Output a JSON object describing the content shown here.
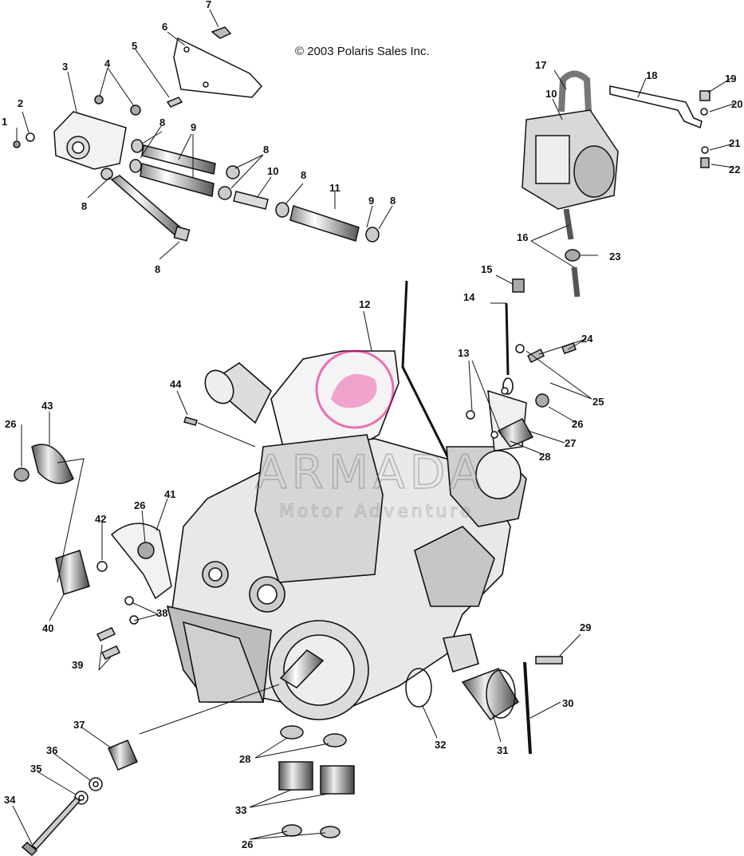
{
  "copyright": "© 2003 Polaris Sales Inc.",
  "watermark": {
    "brand": "ARMADA",
    "tagline": "Motor Adventure",
    "color": "#e6007e"
  },
  "callouts": [
    "1",
    "2",
    "3",
    "4",
    "5",
    "6",
    "7",
    "8",
    "8",
    "8",
    "8",
    "8",
    "8",
    "8",
    "9",
    "9",
    "10",
    "10",
    "11",
    "12",
    "13",
    "14",
    "15",
    "16",
    "17",
    "18",
    "19",
    "20",
    "21",
    "22",
    "23",
    "24",
    "25",
    "26",
    "26",
    "26",
    "26",
    "26",
    "27",
    "28",
    "28",
    "29",
    "30",
    "31",
    "32",
    "33",
    "34",
    "35",
    "36",
    "37",
    "38",
    "39",
    "40",
    "41",
    "42",
    "43",
    "44"
  ],
  "colors": {
    "line": "#111111",
    "shade": "#c8c8c8"
  }
}
